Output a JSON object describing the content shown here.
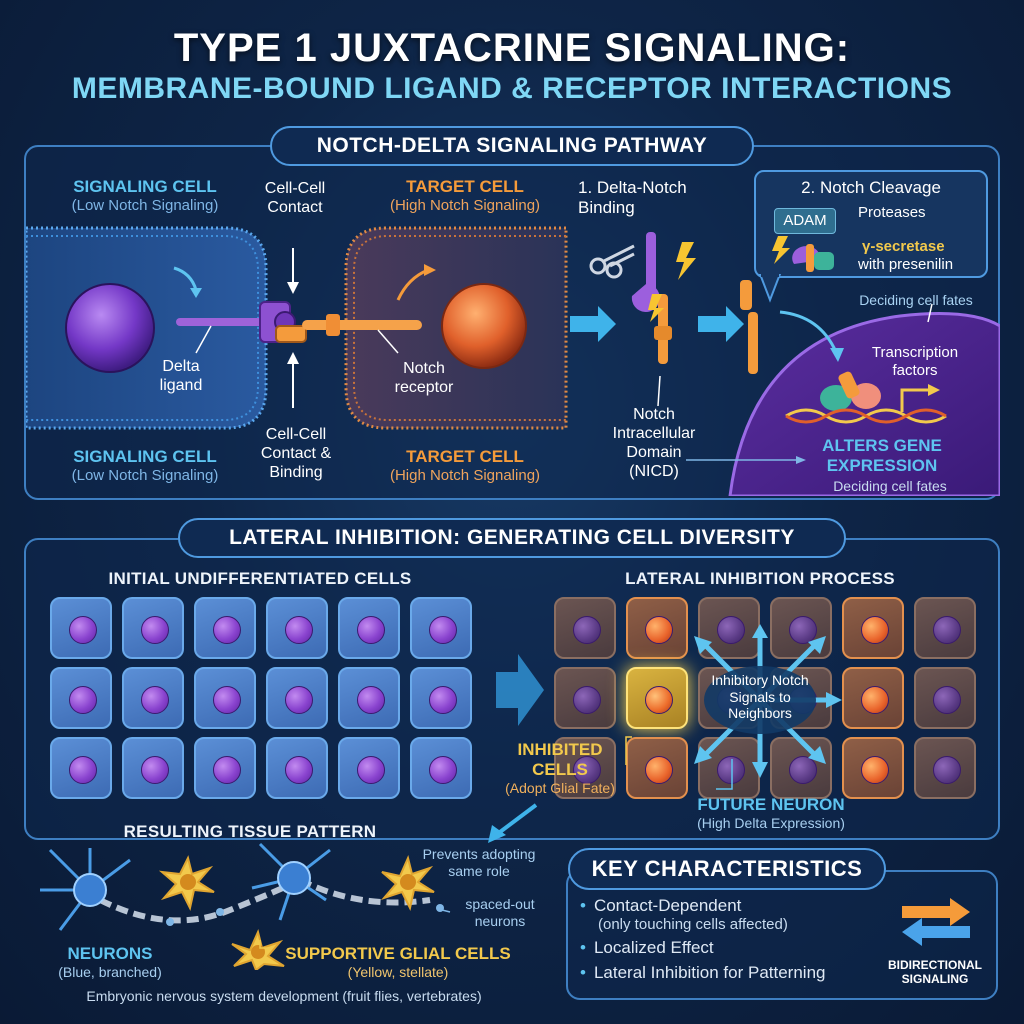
{
  "title": {
    "line1": "TYPE 1 JUXTACRINE SIGNALING:",
    "line2": "MEMBRANE-BOUND LIGAND & RECEPTOR INTERACTIONS"
  },
  "notch": {
    "section_title": "NOTCH-DELTA SIGNALING PATHWAY",
    "signaling_cell_top": "SIGNALING CELL",
    "signaling_cell_top_sub": "(Low Notch Signaling)",
    "signaling_cell_bottom": "SIGNALING CELL",
    "signaling_cell_bottom_sub": "(Low Notch Signaling)",
    "target_cell_top": "TARGET CELL",
    "target_cell_top_sub": "(High Notch Signaling)",
    "target_cell_bottom": "TARGET CELL",
    "target_cell_bottom_sub": "(High Notch Signaling)",
    "contact_top": "Cell-Cell Contact",
    "contact_bottom": "Cell-Cell Contact & Binding",
    "delta_ligand": "Delta ligand",
    "notch_receptor": "Notch receptor",
    "step1": "1. Delta-Notch Binding",
    "step2": "2. Notch Cleavage",
    "adam": "ADAM",
    "proteases": "Proteases",
    "gamma_secretase": "γ-secretase",
    "with_presenilin": "with presenilin",
    "deciding_top": "Deciding cell fates",
    "transcription": "Transcription factors",
    "nicd": "Notch Intracellular Domain (NICD)",
    "alters": "ALTERS GENE EXPRESSION",
    "deciding_bottom": "Deciding cell fates"
  },
  "lateral": {
    "section_title": "LATERAL INHIBITION: GENERATING CELL DIVERSITY",
    "initial_title": "INITIAL UNDIFFERENTIATED CELLS",
    "process_title": "LATERAL INHIBITION PROCESS",
    "inhibitory": "Inhibitory Notch Signals to Neighbors",
    "inhibited": "INHIBITED CELLS",
    "inhibited_sub": "(Adopt Glial Fate)",
    "future_neuron": "FUTURE NEURON",
    "future_neuron_sub": "(High Delta Expression)",
    "process_grid": [
      [
        "dim",
        "orange",
        "dim",
        "dim",
        "orange",
        "dim"
      ],
      [
        "dim",
        "glow",
        "dim",
        "dim",
        "orange",
        "dim"
      ],
      [
        "dim",
        "orange",
        "dim",
        "dim",
        "orange",
        "dim"
      ]
    ]
  },
  "tissue": {
    "title": "RESULTING TISSUE PATTERN",
    "prevents": "Prevents adopting same role",
    "spaced": "spaced-out neurons",
    "neurons": "NEURONS",
    "neurons_sub": "(Blue, branched)",
    "glial": "SUPPORTIVE GLIAL CELLS",
    "glial_sub": "(Yellow, stellate)",
    "footer": "Embryonic nervous system development (fruit flies, vertebrates)"
  },
  "key": {
    "title": "KEY CHARACTERISTICS",
    "items": [
      "Contact-Dependent",
      "Localized Effect",
      "Lateral Inhibition for Patterning"
    ],
    "item1_sub": "(only touching cells affected)",
    "bidirectional": "BIDIRECTIONAL SIGNALING"
  },
  "colors": {
    "blue_accent": "#5ec4f0",
    "orange_accent": "#f59b3a",
    "yellow_accent": "#f2c94c",
    "panel_border": "#3e7fc2"
  }
}
